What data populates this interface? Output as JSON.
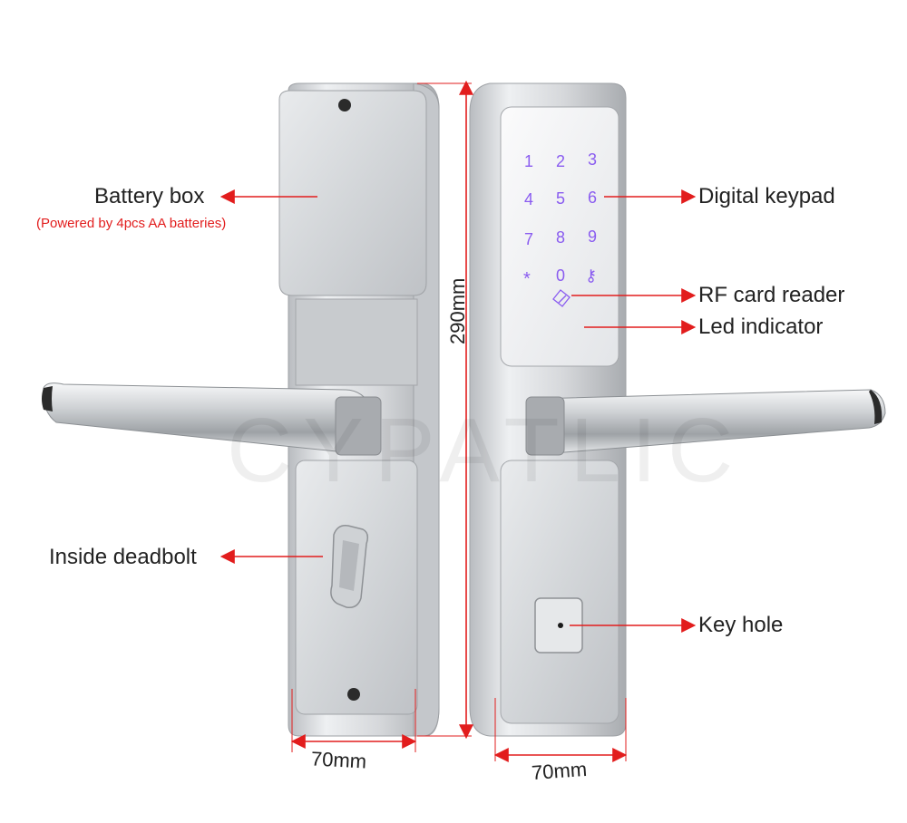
{
  "watermark": "CYPATLIC",
  "labels": {
    "battery_box": "Battery box",
    "battery_note": "(Powered by 4pcs AA batteries)",
    "digital_keypad": "Digital keypad",
    "rf_card_reader": "RF card reader",
    "led_indicator": "Led indicator",
    "inside_deadbolt": "Inside deadbolt",
    "key_hole": "Key hole"
  },
  "dimensions": {
    "height": "290mm",
    "left_width": "70mm",
    "right_width": "70mm"
  },
  "keypad": {
    "keys": [
      "1",
      "2",
      "3",
      "4",
      "5",
      "6",
      "7",
      "8",
      "9",
      "*",
      "0",
      "⚷"
    ]
  },
  "colors": {
    "accent_red": "#e21d1d",
    "key_glow": "#8a5cf0",
    "metal": "#d8dadd"
  }
}
